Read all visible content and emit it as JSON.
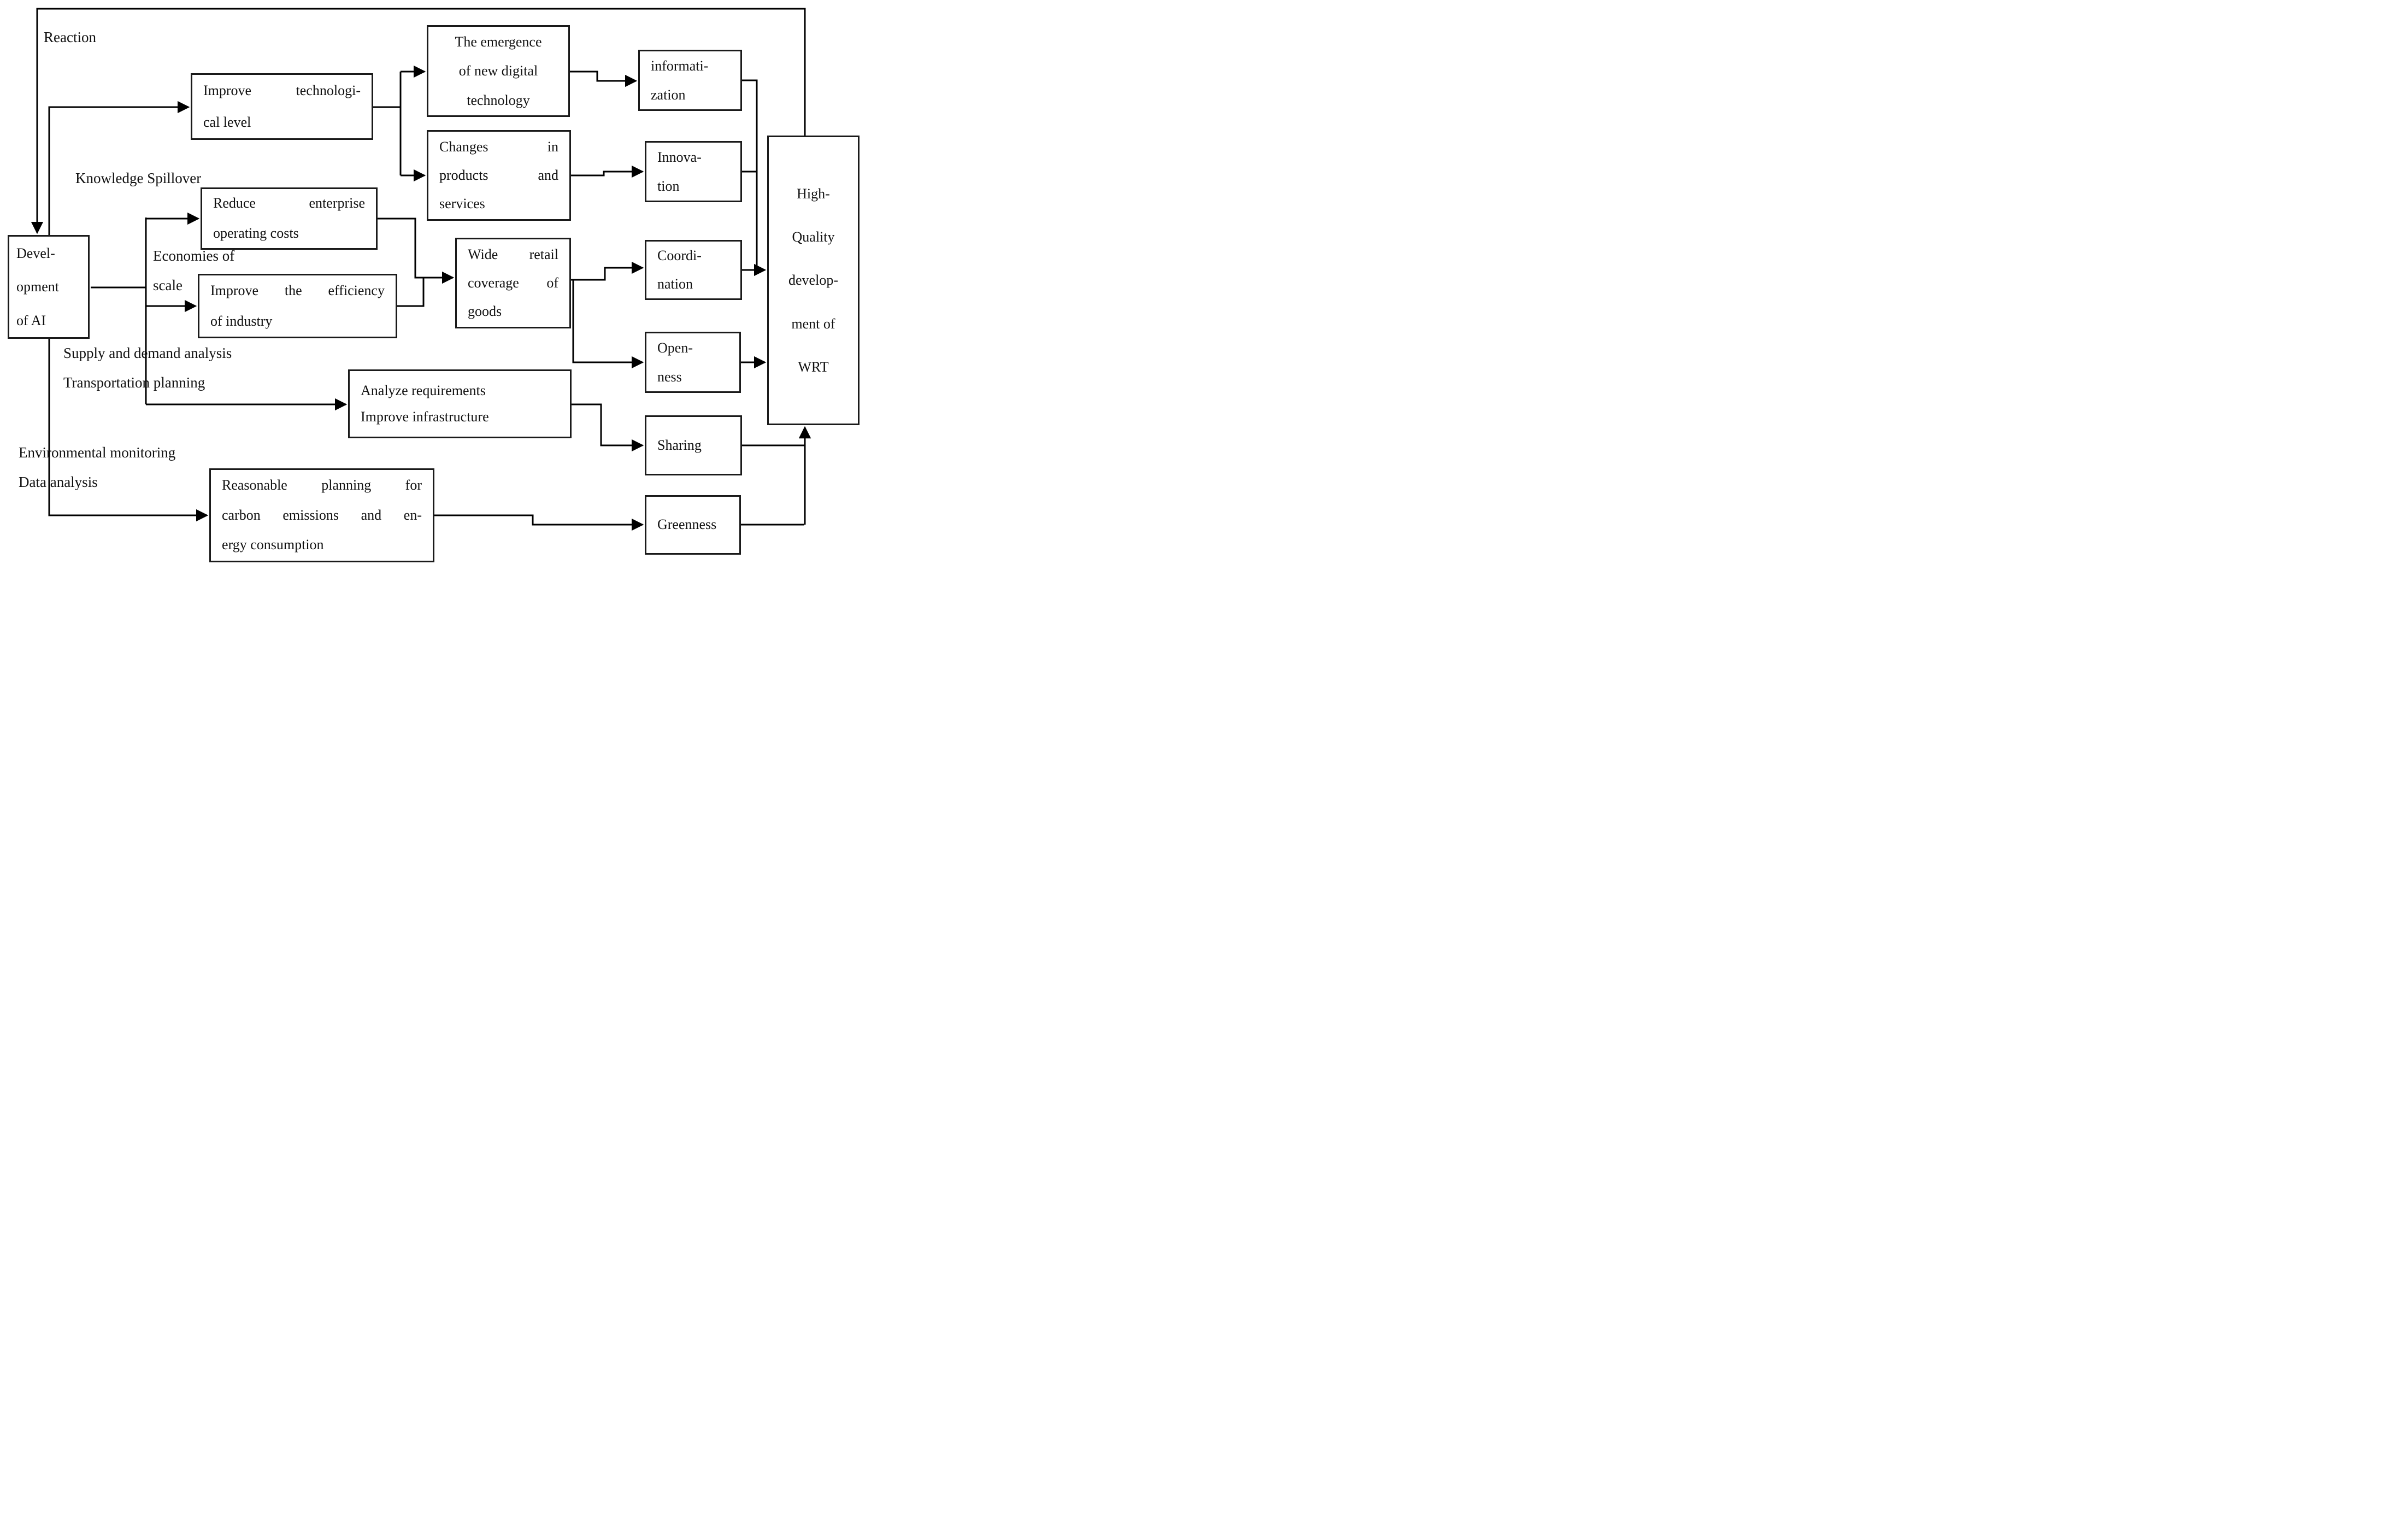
{
  "colors": {
    "line": "#000000",
    "box_border": "#1a1a1a",
    "background": "#ffffff",
    "text": "#111111"
  },
  "nodes": {
    "dev_ai": {
      "lines": [
        "Devel-",
        "opment",
        "of AI"
      ],
      "align": "left"
    },
    "improve_tech": {
      "lines": [
        "Improve technologi-",
        "cal level"
      ],
      "align": "justify"
    },
    "emergence": {
      "lines": [
        "The emergence",
        "of new digital",
        "technology"
      ],
      "align": "center"
    },
    "changes": {
      "lines": [
        "Changes in",
        "products and",
        "services"
      ],
      "align": "justify"
    },
    "informatization": {
      "lines": [
        "informati-",
        "zation"
      ],
      "align": "left"
    },
    "innovation": {
      "lines": [
        "Innova-",
        "tion"
      ],
      "align": "left"
    },
    "reduce": {
      "lines": [
        "Reduce enterprise",
        "operating costs"
      ],
      "align": "justify"
    },
    "efficiency": {
      "lines": [
        "Improve the efficiency",
        "of industry"
      ],
      "align": "justify"
    },
    "wide_retail": {
      "lines": [
        "Wide retail",
        "coverage of",
        "goods"
      ],
      "align": "justify"
    },
    "coordination": {
      "lines": [
        "Coordi-",
        "nation"
      ],
      "align": "left"
    },
    "openness": {
      "lines": [
        "Open-",
        "ness"
      ],
      "align": "left"
    },
    "analyze": {
      "lines": [
        "Analyze requirements",
        "Improve infrastructure"
      ],
      "align": "left"
    },
    "sharing": {
      "lines": [
        "Sharing"
      ],
      "align": "left"
    },
    "reasonable": {
      "lines": [
        "Reasonable planning for",
        "carbon emissions and en-",
        "ergy consumption"
      ],
      "align": "justify"
    },
    "greenness": {
      "lines": [
        "Greenness"
      ],
      "align": "left"
    },
    "high_quality": {
      "lines": [
        "High-",
        "Quality",
        "develop-",
        "ment of",
        "WRT"
      ],
      "align": "center"
    }
  },
  "labels": {
    "reaction": "Reaction",
    "knowledge_spillover": "Knowledge Spillover",
    "economies_line1": "Economies of",
    "economies_line2": "scale",
    "supply": "Supply and demand analysis",
    "transportation": "Transportation planning",
    "environmental": "Environmental monitoring",
    "data_analysis": "Data analysis"
  }
}
